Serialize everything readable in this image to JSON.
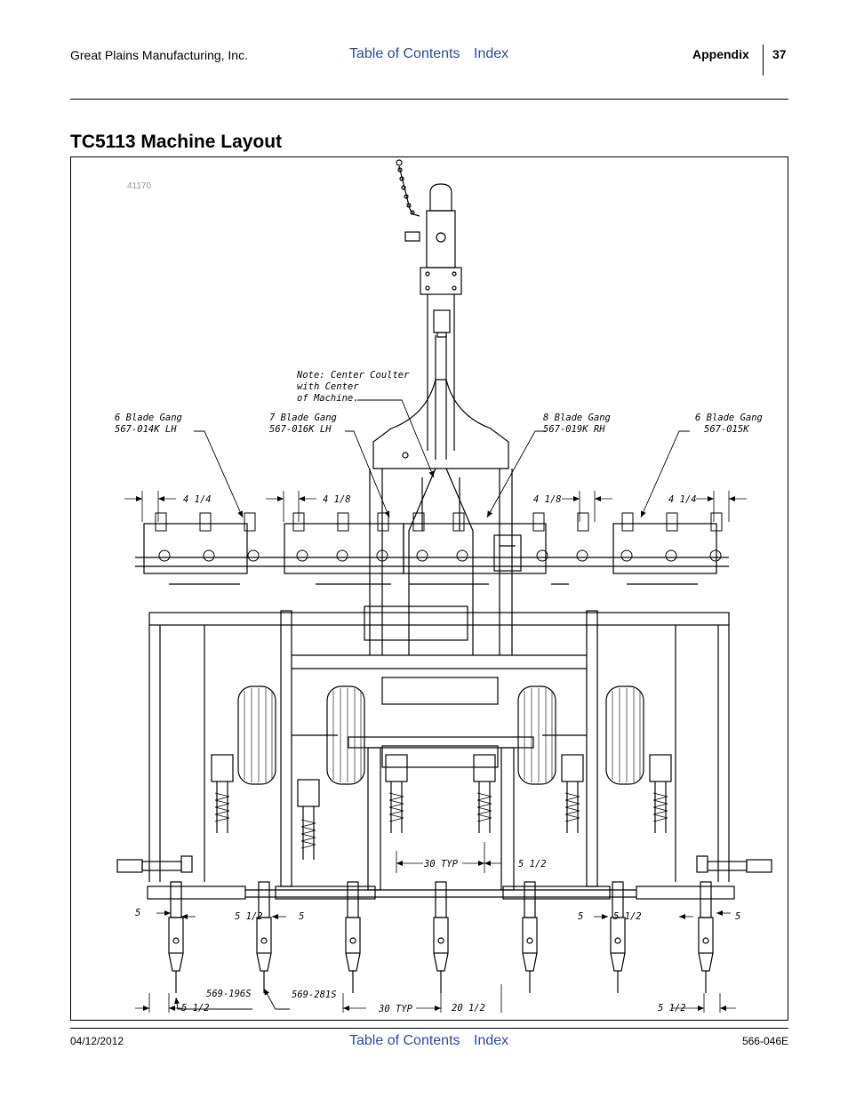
{
  "header": {
    "company": "Great Plains Manufacturing, Inc.",
    "toc_link": "Table of Contents",
    "index_link": "Index",
    "section": "Appendix",
    "page_number": "37"
  },
  "page_title": "TC5113 Machine Layout",
  "figure": {
    "figure_id": "41170",
    "note_lines": [
      "Note: Center Coulter",
      "with Center",
      "of Machine."
    ],
    "gangs": [
      {
        "name": "6 Blade Gang",
        "part": "567-014K LH",
        "spacing": "4 1/4"
      },
      {
        "name": "7 Blade Gang",
        "part": "567-016K LH",
        "spacing": "4 1/8"
      },
      {
        "name": "8 Blade Gang",
        "part": "567-019K RH",
        "spacing": "4 1/8"
      },
      {
        "name": "6 Blade Gang",
        "part": "567-015K",
        "spacing": "4 1/4"
      }
    ],
    "dims": {
      "row_spacing_upper": "30 TYP",
      "offset_upper": "5 1/2",
      "five": "5",
      "five_half": "5 1/2",
      "row_spacing_lower": "30 TYP",
      "center_offset": "20 1/2"
    },
    "parts": {
      "shank_left": "569-196S",
      "shank_center": "569-281S"
    }
  },
  "footer": {
    "date": "04/12/2012",
    "toc_link": "Table of Contents",
    "index_link": "Index",
    "doc_number": "566-046E"
  }
}
